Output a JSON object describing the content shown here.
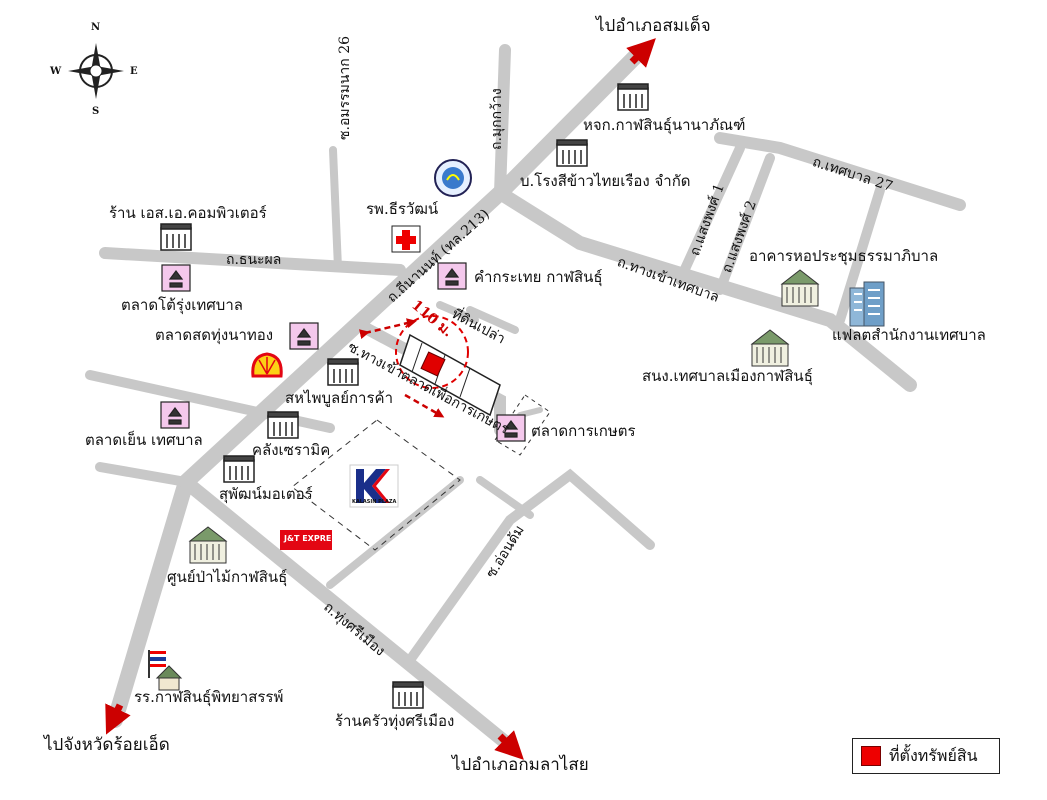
{
  "compass": {
    "n": "N",
    "s": "S",
    "e": "E",
    "w": "W"
  },
  "destinations": {
    "north": "ไปอำเภอสมเด็จ",
    "southwest": "ไปจังหวัดร้อยเอ็ด",
    "south": "ไปอำเภอกมลาไสย"
  },
  "roads": {
    "amornramnak": "ซ.อมรรมนาก 26",
    "muk_kwang": "ถ.มุกกว้าง",
    "tessaban27": "ถ.เทศบาล 27",
    "thanaphon": "ถ.ธนะผล",
    "kalasin_main": "ถ.ถีนานนท์ (ทล.213)",
    "tessaban_entry": "ถ.ทางเข้าเทศบาล",
    "saengphong1": "ถ.แสงพงศ์ 1",
    "saengphong2": "ถ.แสงพงศ์ 2",
    "market_soi": "ซ.ทางเข้าตลาดเพื่อการเกษตร",
    "thung_si_mueang": "ถ.ทุ่งศรีเมือง",
    "on_dam": "ซ.อ่อนด้ม",
    "distance": "110 ม.",
    "empty_land": "ที่ดินเปล่า"
  },
  "places": {
    "dorm": "หจก.กาฬสินธุ์นานาภัณฑ์",
    "rice_mill": "บ.โรงสีข้าวไทยเรือง จำกัด",
    "computer": "ร้าน เอส.เอ.คอมพิวเตอร์",
    "hospital": "รพ.ธีรวัฒน์",
    "market_tohrung": "ตลาดโต้รุ่งเทศบาล",
    "kamkratai": "คำกระเทย กาฬสินธุ์",
    "market_thungna": "ตลาดสดทุ่งนาทอง",
    "hall": "อาคารหอประชุมธรรมาภิบาล",
    "flat": "แฟลตสำนักงานเทศบาล",
    "municipal_office": "สนง.เทศบาลเมืองกาฬสินธุ์",
    "sahaphaibun": "สหไพบูลย์การค้า",
    "market_evening": "ตลาดเย็น เทศบาล",
    "ceramic": "คลังเซรามิค",
    "market_agri": "ตลาดการเกษตร",
    "suphan_motor": "สุพัฒน์มอเตอร์",
    "forestry": "ศูนย์ป่าไม้กาฬสินธุ์",
    "school": "รร.กาฬสินธุ์พิทยาสรรพ์",
    "restaurant": "ร้านครัวทุ่งศรีเมือง",
    "kalasin_plaza_logo": "KALASIN PLAZA",
    "jt_logo": "J&T EXPRESS"
  },
  "legend": {
    "label": "ที่ตั้งทรัพย์สิน",
    "color": "#e00000"
  },
  "colors": {
    "road": "#c8c8c8",
    "marker": "#e00000",
    "arrow": "#cc0000"
  }
}
